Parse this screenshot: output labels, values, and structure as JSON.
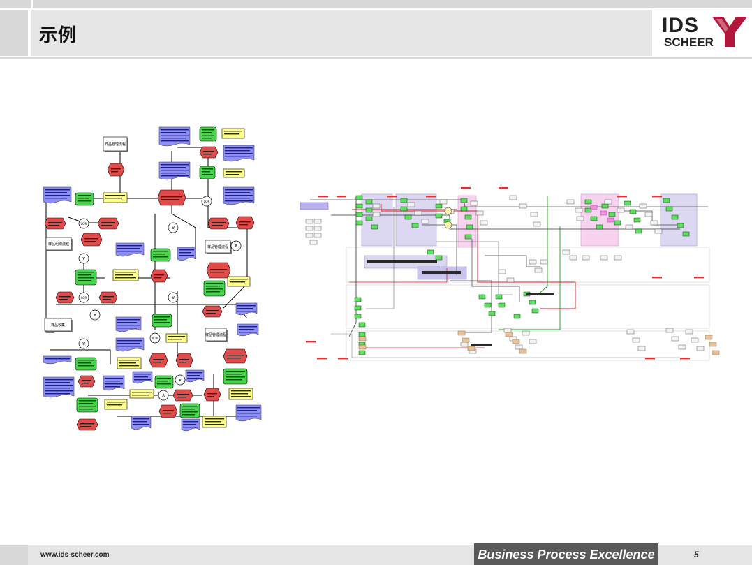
{
  "slide": {
    "title": "示例",
    "logo": {
      "line1": "IDS",
      "line2": "SCHEER",
      "mark_color": "#b0173a"
    },
    "footer": {
      "url": "www.ids-scheer.com",
      "slogan": "Business Process Excellence",
      "page_number": "5"
    }
  },
  "left_diagram": {
    "labels": {
      "process_1": "样品管理流程",
      "process_2": "样品组织流程",
      "process_3": "样品管理流程",
      "merge_1": "样品收集",
      "xor": "XOR",
      "and": "∧",
      "or": "∨"
    }
  },
  "colors": {
    "event": "#e34b4b",
    "function": "#46d64a",
    "document": "#8d8ff5",
    "information": "#ffff8c",
    "connector": "#ffffff",
    "line": "#000000",
    "accent_red": "#d22020",
    "accent_green": "#1aa01a",
    "lane_purple": "#ddd8f2",
    "lane_pink": "#f7d3f0"
  }
}
